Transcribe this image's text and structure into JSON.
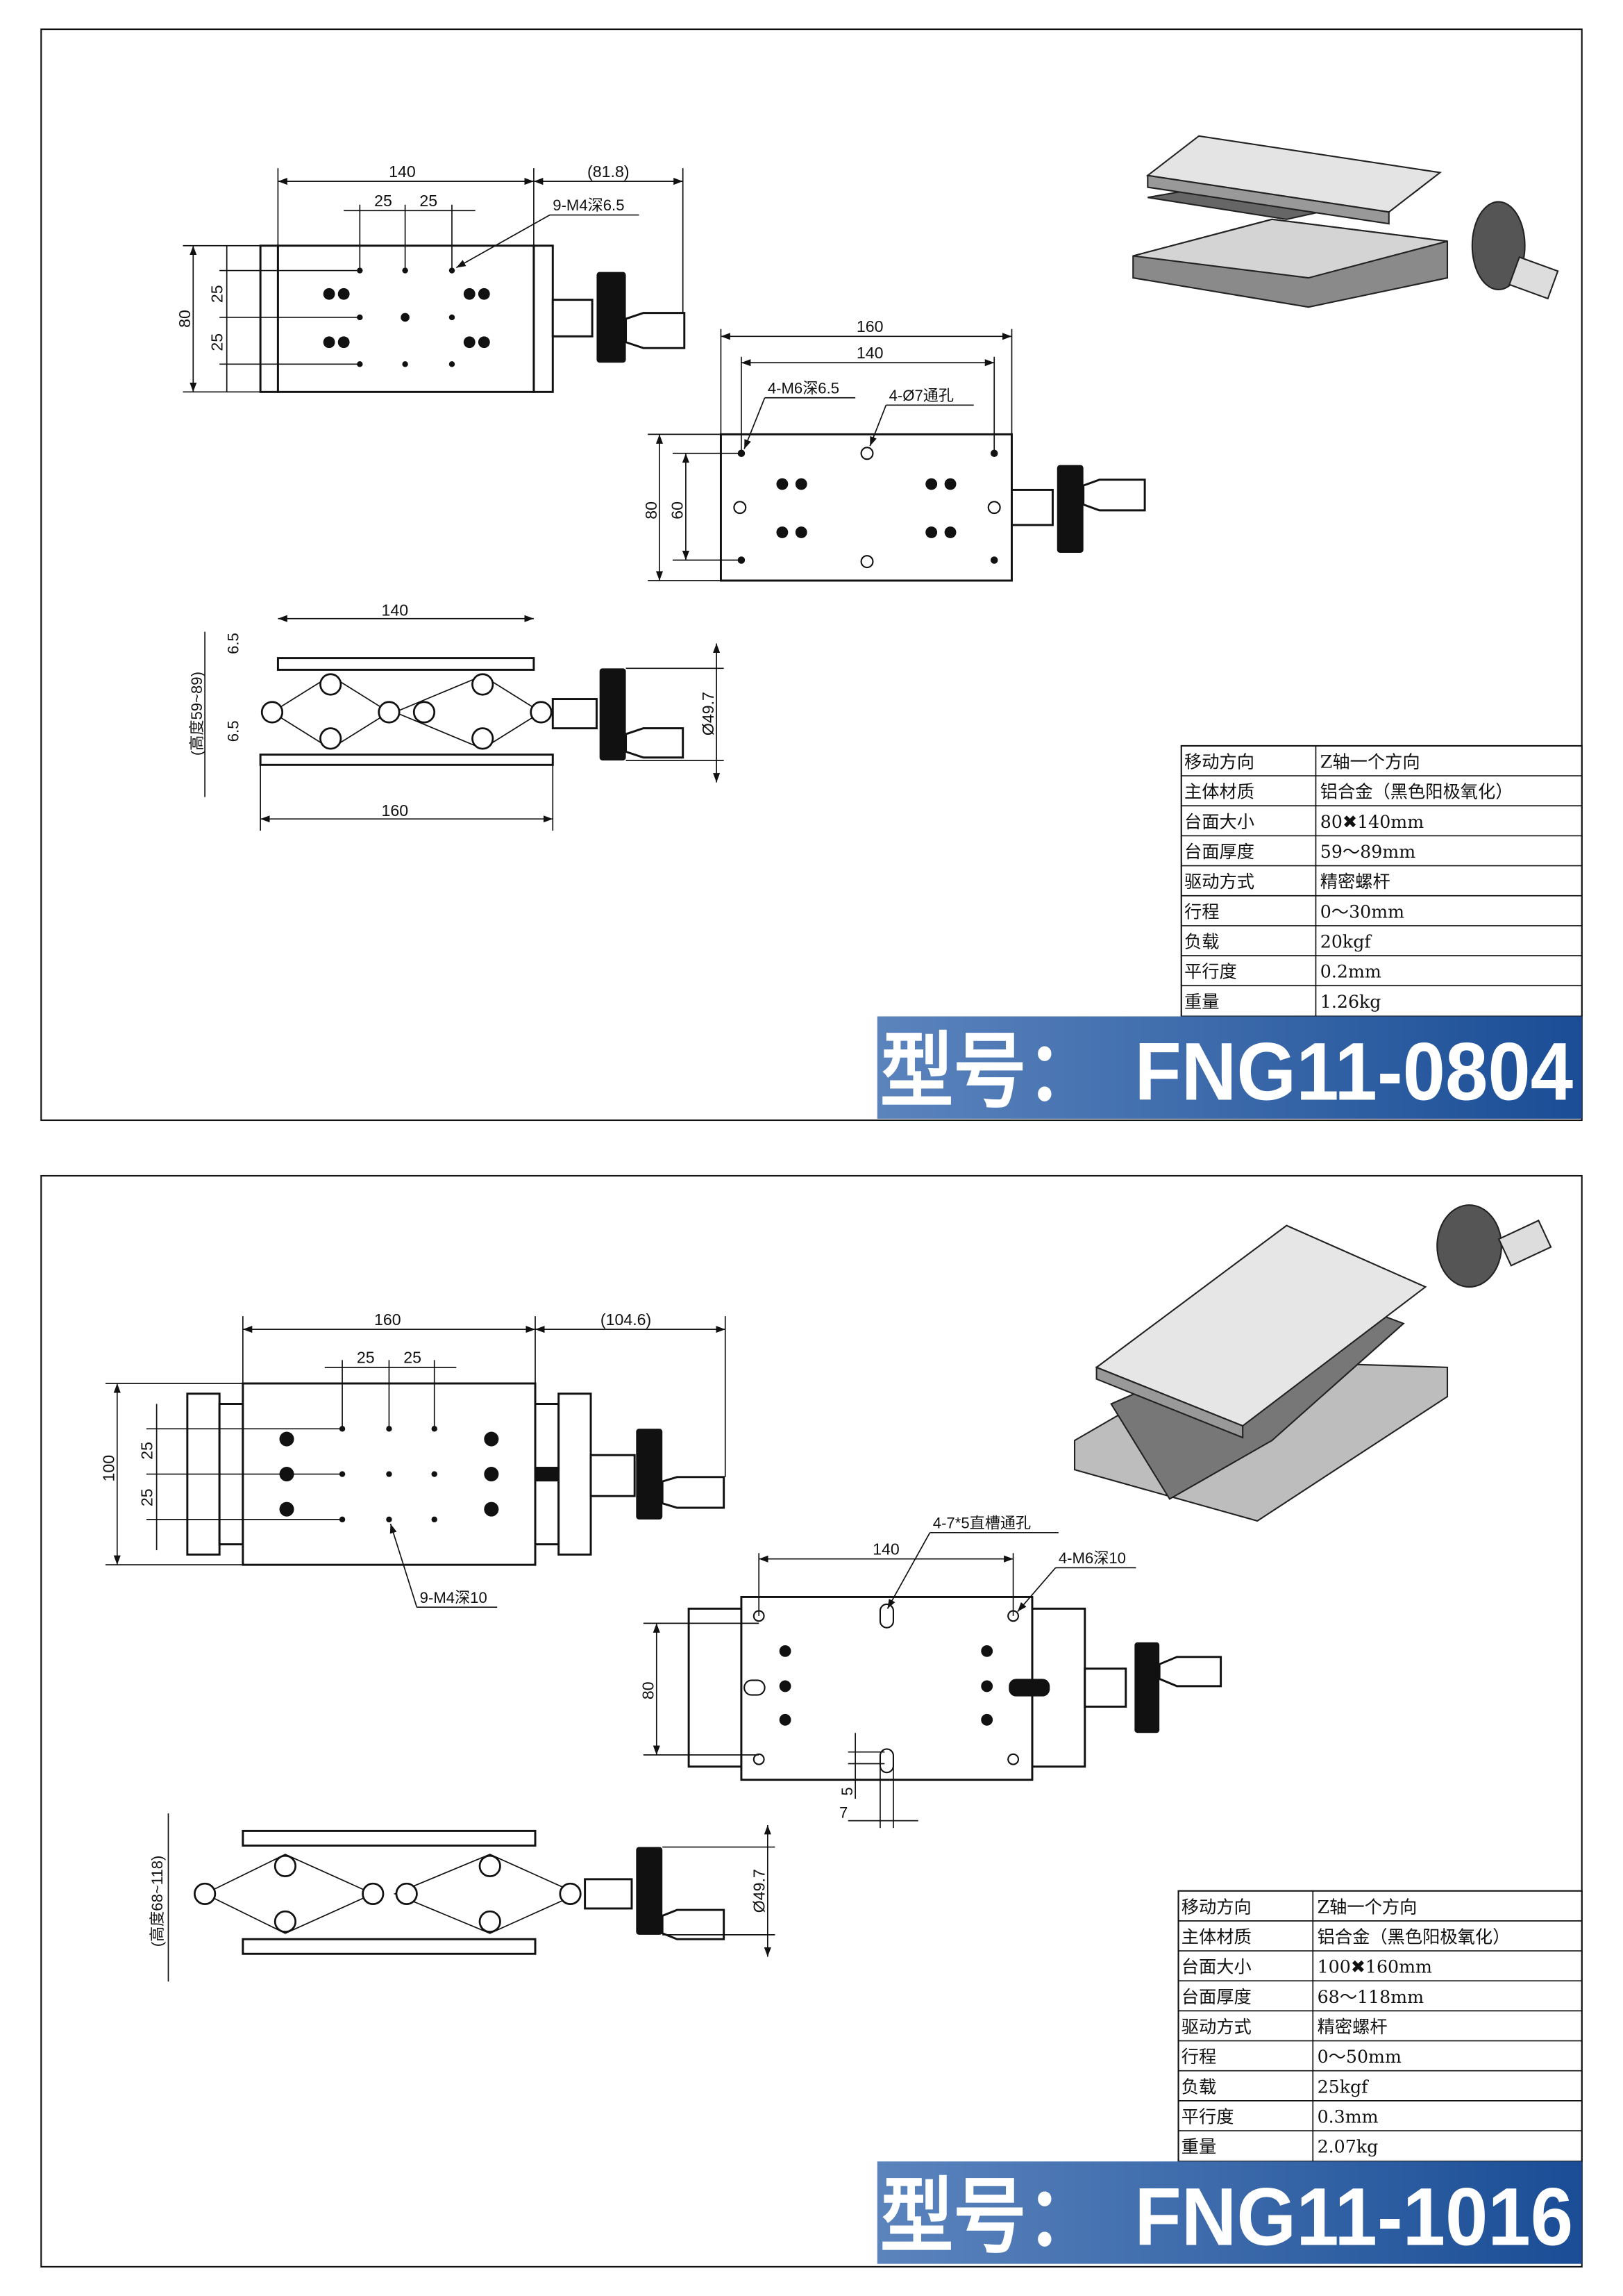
{
  "sheets": [
    {
      "model_label": "型号：",
      "model_number": "FNG11-0804",
      "top_view": {
        "dim_length": "140",
        "dim_handle": "(81.8)",
        "dim_pitch_a": "25",
        "dim_pitch_b": "25",
        "dim_width": "80",
        "dim_row_a": "25",
        "dim_row_b": "25",
        "hole_note": "9-M4深6.5"
      },
      "front_view": {
        "dim_outer": "160",
        "dim_inner": "140",
        "dim_width": "80",
        "dim_hole_span": "60",
        "note_tapped": "4-M6深6.5",
        "note_through": "4-Ø7通孔"
      },
      "side_view": {
        "dim_top": "140",
        "dim_bottom": "160",
        "height_note": "(高度59~89)",
        "dim_plate_top": "6.5",
        "dim_plate_bottom": "6.5",
        "dim_knob": "Ø49.7"
      },
      "specs": [
        {
          "label": "移动方向",
          "value": "Z轴一个方向"
        },
        {
          "label": "主体材质",
          "value": "铝合金（黑色阳极氧化）"
        },
        {
          "label": "台面大小",
          "value": "80✖140mm"
        },
        {
          "label": "台面厚度",
          "value": "59～89mm"
        },
        {
          "label": "驱动方式",
          "value": "精密螺杆"
        },
        {
          "label": "行程",
          "value": "0～30mm"
        },
        {
          "label": "负载",
          "value": "20kgf"
        },
        {
          "label": "平行度",
          "value": "0.2mm"
        },
        {
          "label": "重量",
          "value": "1.26kg"
        }
      ]
    },
    {
      "model_label": "型号：",
      "model_number": "FNG11-1016",
      "top_view": {
        "dim_length": "160",
        "dim_handle": "(104.6)",
        "dim_pitch_a": "25",
        "dim_pitch_b": "25",
        "dim_width": "100",
        "dim_row_a": "25",
        "dim_row_b": "25",
        "hole_note": "9-M4深10"
      },
      "front_view": {
        "dim_inner": "140",
        "dim_width": "80",
        "note_slot": "4-7*5直槽通孔",
        "note_tapped": "4-M6深10",
        "dim_slot_w": "5",
        "dim_slot_l": "7"
      },
      "side_view": {
        "height_note": "(高度68~118)",
        "dim_knob": "Ø49.7"
      },
      "specs": [
        {
          "label": "移动方向",
          "value": "Z轴一个方向"
        },
        {
          "label": "主体材质",
          "value": "铝合金（黑色阳极氧化）"
        },
        {
          "label": "台面大小",
          "value": "100✖160mm"
        },
        {
          "label": "台面厚度",
          "value": "68～118mm"
        },
        {
          "label": "驱动方式",
          "value": "精密螺杆"
        },
        {
          "label": "行程",
          "value": "0～50mm"
        },
        {
          "label": "负载",
          "value": "25kgf"
        },
        {
          "label": "平行度",
          "value": "0.3mm"
        },
        {
          "label": "重量",
          "value": "2.07kg"
        }
      ]
    }
  ],
  "colors": {
    "banner_start": "#5b84bd",
    "banner_end": "#1a4d96",
    "line": "#111111"
  }
}
